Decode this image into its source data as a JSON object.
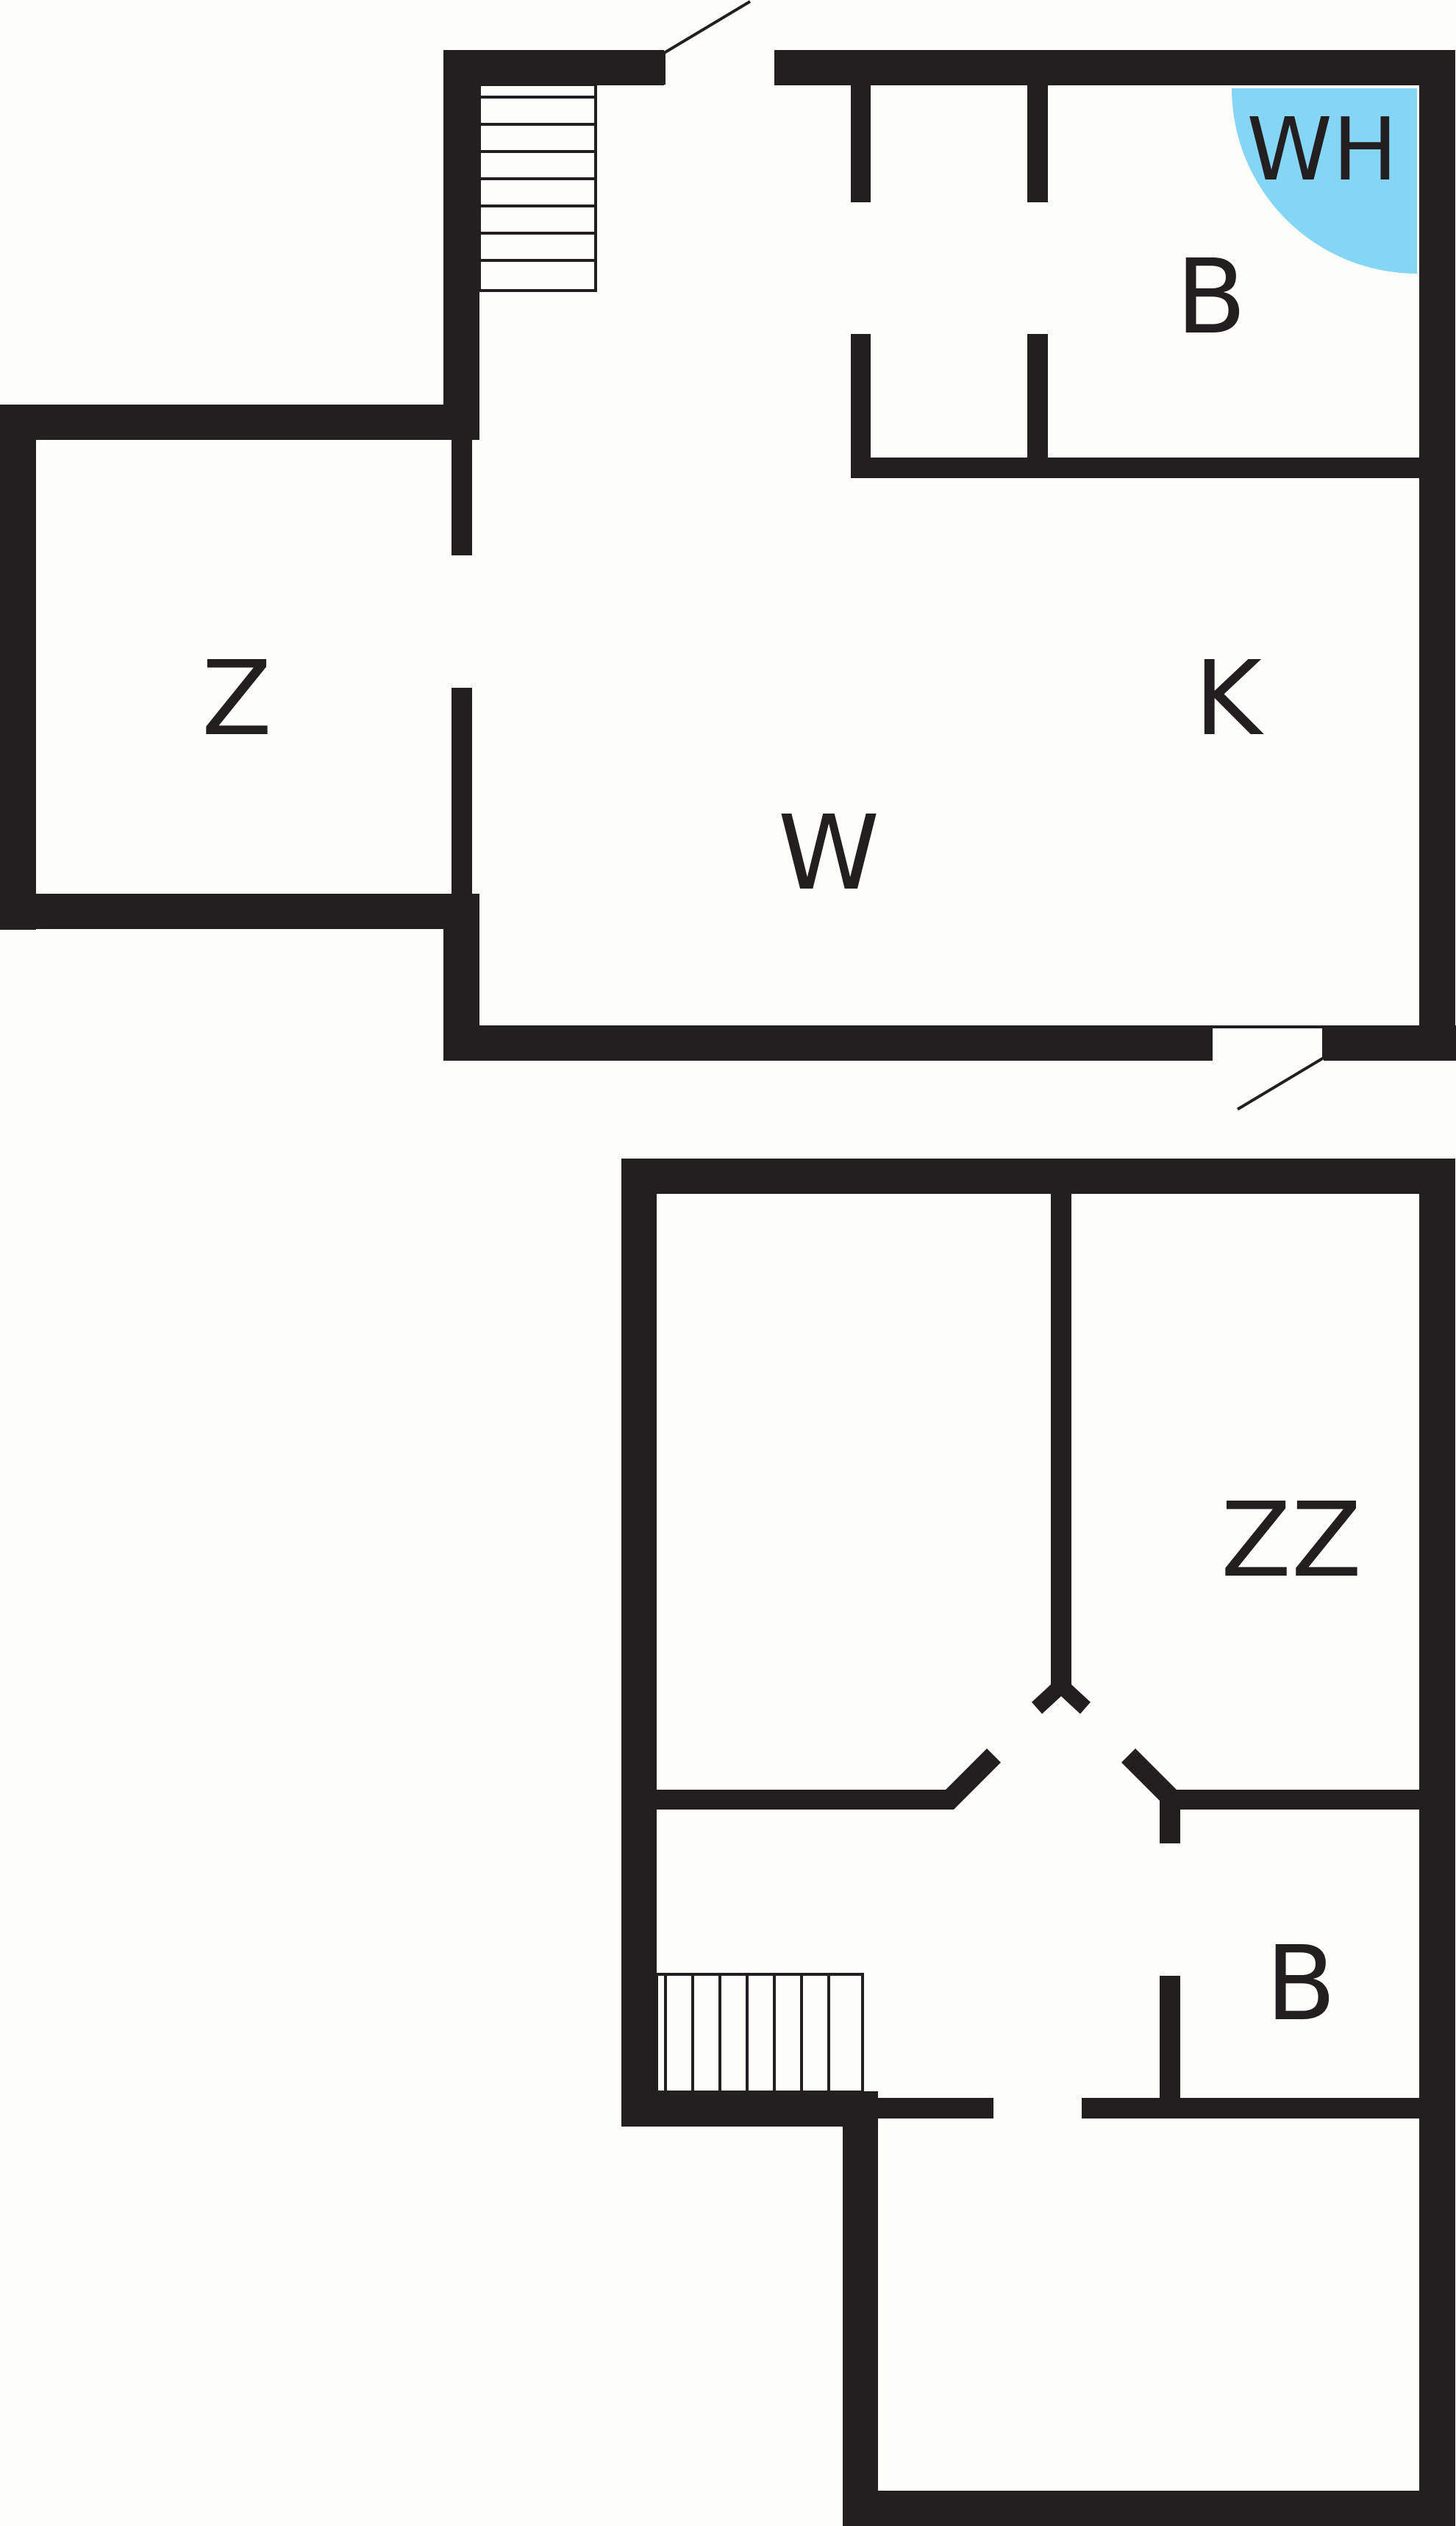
{
  "colors": {
    "wall": "#231f20",
    "floor": "#fdfdf9",
    "shower": "#85d5f6"
  },
  "floors": [
    {
      "rooms": [
        {
          "id": "z",
          "label": "Z"
        },
        {
          "id": "w",
          "label": "W"
        },
        {
          "id": "k",
          "label": "K"
        },
        {
          "id": "b",
          "label": "B"
        },
        {
          "id": "wh",
          "label": "WH"
        }
      ]
    },
    {
      "rooms": [
        {
          "id": "zz",
          "label": "ZZ"
        },
        {
          "id": "b2",
          "label": "B"
        }
      ]
    }
  ]
}
